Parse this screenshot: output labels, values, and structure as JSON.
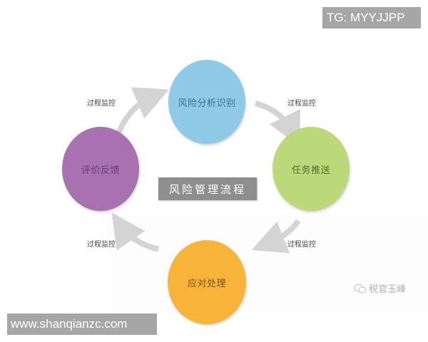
{
  "watermarks": {
    "top_right": "TG: MYYJJPP",
    "bottom_left": "www.shanqianzc.com",
    "wechat_account": "税官玉峰"
  },
  "diagram": {
    "title": "风险管理流程",
    "nodes": [
      {
        "id": "top",
        "label": "风险分析识别",
        "color": "#8ecae6",
        "text_color": "#3f6f8a"
      },
      {
        "id": "right",
        "label": "任务推送",
        "color": "#bcd97a",
        "text_color": "#4f6b2a"
      },
      {
        "id": "bottom",
        "label": "应对处理",
        "color": "#f8b33a",
        "text_color": "#7a5316"
      },
      {
        "id": "left",
        "label": "评价反馈",
        "color": "#a871b0",
        "text_color": "#6a3b73"
      }
    ],
    "edges": [
      {
        "from": "left",
        "to": "top",
        "label": "过程监控"
      },
      {
        "from": "top",
        "to": "right",
        "label": "过程监控"
      },
      {
        "from": "right",
        "to": "bottom",
        "label": "过程监控"
      },
      {
        "from": "bottom",
        "to": "left",
        "label": "过程监控"
      }
    ],
    "arrow_color": "#d4d4d4",
    "title_bg": "#8e8e8e"
  }
}
